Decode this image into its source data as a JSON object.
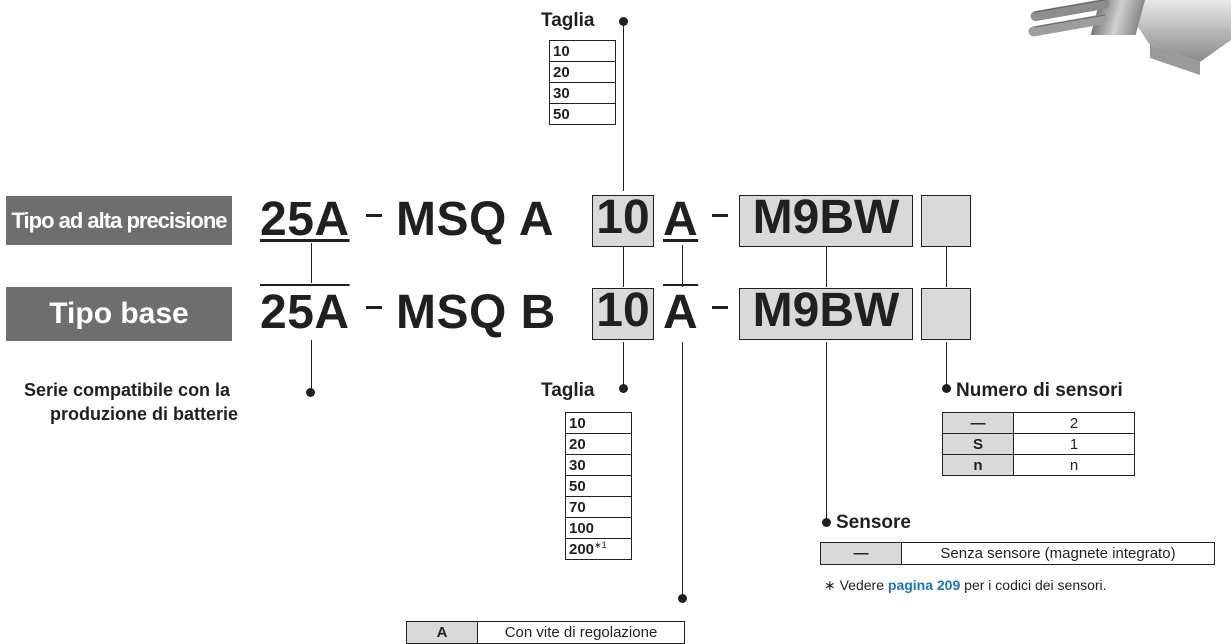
{
  "labels": {
    "high_precision": "Tipo ad alta precisione",
    "base": "Tipo base"
  },
  "row1": {
    "series": "25A",
    "dash": "–",
    "model": "MSQ A",
    "size": "10",
    "adjust": "A",
    "dash2": "–",
    "sensor": "M9BW"
  },
  "row2": {
    "series": "25A",
    "dash": "–",
    "model": "MSQ B",
    "size": "10",
    "adjust": "A",
    "dash2": "–",
    "sensor": "M9BW"
  },
  "taglia_top": {
    "title": "Taglia",
    "values": [
      "10",
      "20",
      "30",
      "50"
    ]
  },
  "taglia_bottom": {
    "title": "Taglia",
    "values": [
      "10",
      "20",
      "30",
      "50",
      "70",
      "100",
      "200"
    ],
    "footnote_mark": "∗1"
  },
  "series_note": {
    "line1": "Serie compatibile con la",
    "line2": "produzione di batterie"
  },
  "numero_sensori": {
    "title": "Numero di sensori",
    "rows": [
      {
        "code": "—",
        "value": "2"
      },
      {
        "code": "S",
        "value": "1"
      },
      {
        "code": "n",
        "value": "n"
      }
    ]
  },
  "sensore": {
    "title": "Sensore",
    "rows": [
      {
        "code": "—",
        "value": "Senza sensore (magnete integrato)"
      }
    ],
    "note_prefix": "∗  Vedere ",
    "note_link": "pagina 209",
    "note_suffix": " per i codici dei sensori."
  },
  "adjust_table": {
    "rows": [
      {
        "code": "A",
        "value": "Con vite di regolazione"
      }
    ]
  }
}
